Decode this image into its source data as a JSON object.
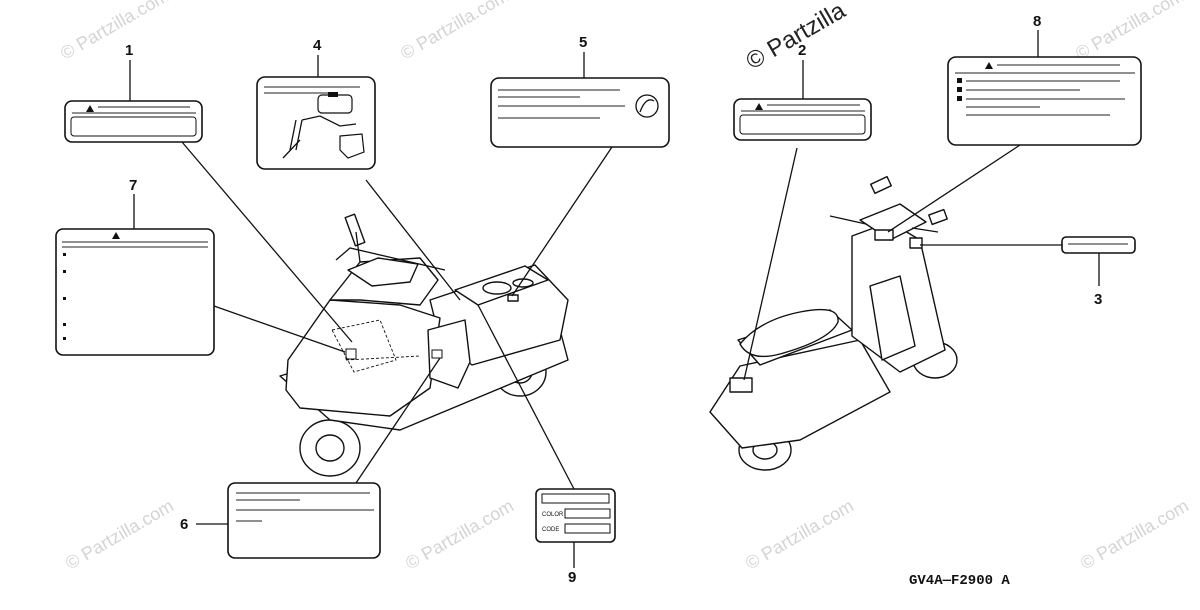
{
  "watermark": {
    "text": "© Partzilla.com",
    "prominent_text": "© Partzilla"
  },
  "callouts": [
    "1",
    "2",
    "3",
    "4",
    "5",
    "6",
    "7",
    "8",
    "9"
  ],
  "label_9": {
    "field_color": "COLOR",
    "field_code": "CODE"
  },
  "diagram_code": "GV4A—F2900 A",
  "icons": [
    "warning-triangle-icon",
    "brand-logo-icon",
    "scooter-front-view",
    "scooter-rear-view"
  ]
}
